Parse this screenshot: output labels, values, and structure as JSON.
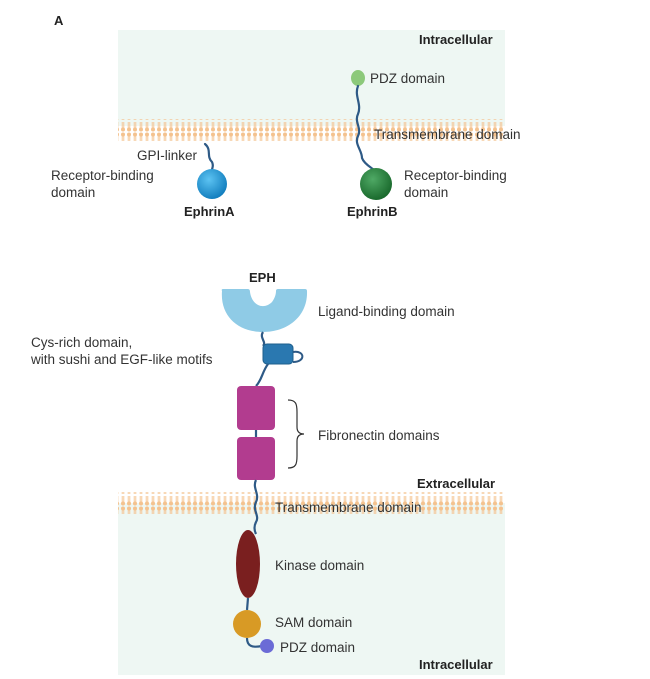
{
  "panel_label": "A",
  "colors": {
    "cell_bg": "#eef7f3",
    "membrane": "#f6c89a",
    "linker": "#2e5a86",
    "ephrinA": "#1a8fd0",
    "ephrinB": "#1f7a34",
    "pdz_top": "#8cc97a",
    "ligand_binding": "#8fcbe6",
    "cys_rich": "#2a78b0",
    "fibronectin": "#b23c8f",
    "kinase": "#7a1f1f",
    "sam": "#d89a25",
    "pdz_bottom": "#6b6bd6"
  },
  "top_panel": {
    "region_label": "Intracellular",
    "ephrinA": {
      "name": "EphrinA",
      "linker_label": "GPI-linker",
      "domain_label": "Receptor-binding domain",
      "domain_label_lines": [
        "Receptor-binding",
        "domain"
      ]
    },
    "ephrinB": {
      "name": "EphrinB",
      "pdz_label": "PDZ domain",
      "tm_label": "Transmembrane domain",
      "domain_label_lines": [
        "Receptor-binding",
        "domain"
      ]
    }
  },
  "bottom_panel": {
    "receptor_name": "EPH",
    "ligand_binding_label": "Ligand-binding domain",
    "cys_rich_label_lines": [
      "Cys-rich domain,",
      "with sushi and EGF-like motifs"
    ],
    "fibronectin_label": "Fibronectin domains",
    "extracellular_label": "Extracellular",
    "tm_label": "Transmembrane domain",
    "kinase_label": "Kinase domain",
    "sam_label": "SAM domain",
    "pdz_label": "PDZ domain",
    "intracellular_label": "Intracellular"
  }
}
